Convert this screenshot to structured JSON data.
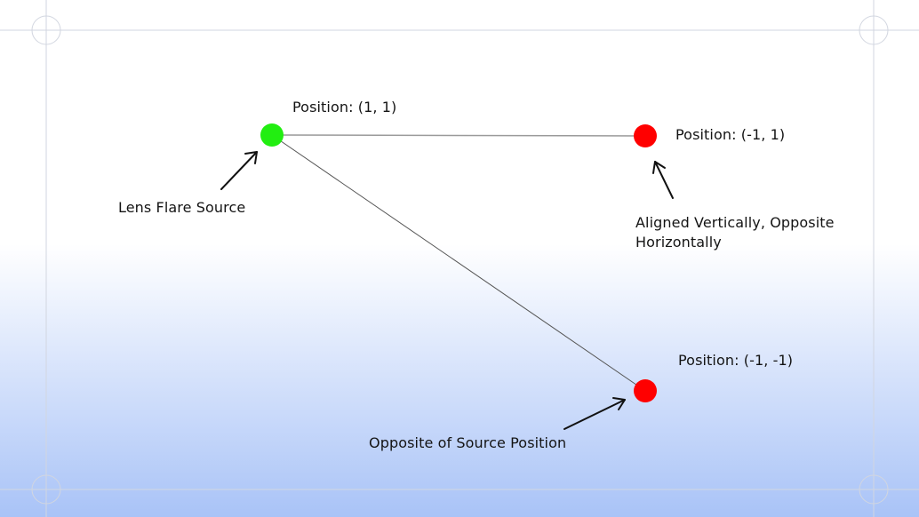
{
  "points": {
    "source": {
      "label": "Position: (1, 1)",
      "color": "#22ee11"
    },
    "horizontal_opposite": {
      "label": "Position: (-1, 1)",
      "color": "#ff0000"
    },
    "diagonal_opposite": {
      "label": "Position: (-1, -1)",
      "color": "#ff0000"
    }
  },
  "annotations": {
    "source": "Lens Flare Source",
    "horizontal": "Aligned Vertically, Opposite Horizontally",
    "diagonal": "Opposite of Source Position"
  }
}
